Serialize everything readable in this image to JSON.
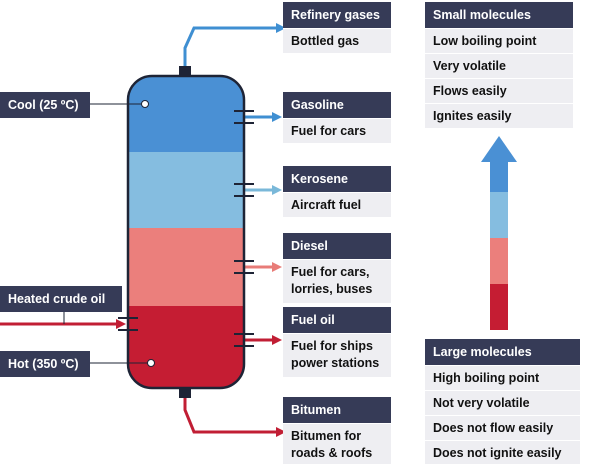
{
  "temperatures": {
    "cool": "Cool (25 ºC)",
    "hot": "Hot (350 ºC)"
  },
  "feed": {
    "label": "Heated crude oil"
  },
  "fractions": [
    {
      "name": "Refinery gases",
      "use": "Bottled gas",
      "arrow_color": "#3f8fd2"
    },
    {
      "name": "Gasoline",
      "use": "Fuel for cars",
      "arrow_color": "#3f8fd2"
    },
    {
      "name": "Kerosene",
      "use": "Aircraft fuel",
      "arrow_color": "#7ab8d9"
    },
    {
      "name": "Diesel",
      "use": "Fuel for cars, lorries, buses",
      "arrow_color": "#e87c78"
    },
    {
      "name": "Fuel oil",
      "use": "Fuel for ships power stations",
      "arrow_color": "#c11e34"
    },
    {
      "name": "Bitumen",
      "use": "Bitumen for roads & roofs",
      "arrow_color": "#c11e34"
    }
  ],
  "small_molecules": {
    "title": "Small molecules",
    "properties": [
      "Low boiling point",
      "Very volatile",
      "Flows easily",
      "Ignites easily"
    ]
  },
  "large_molecules": {
    "title": "Large molecules",
    "properties": [
      "High boiling point",
      "Not very volatile",
      "Does not flow easily",
      "Does not ignite easily"
    ]
  },
  "colors": {
    "label_bg": "#363b57",
    "cell_bg": "#eeeef2",
    "band_blue": "#4a90d4",
    "band_light_blue": "#85bde0",
    "band_pink": "#eb7f7c",
    "band_red": "#c51d33",
    "column_outline": "#1e2436"
  }
}
